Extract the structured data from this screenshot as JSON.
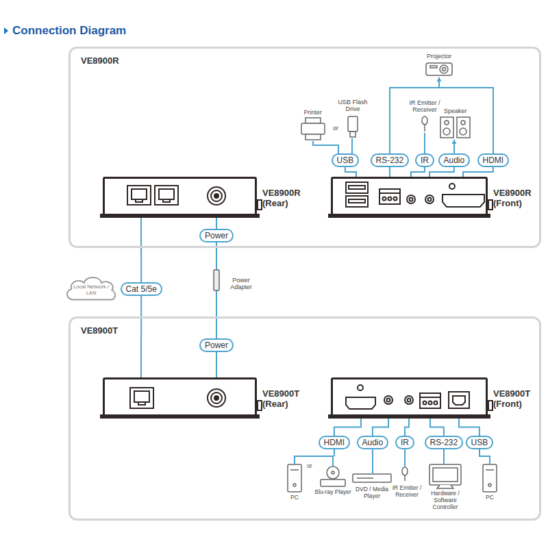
{
  "diagram": {
    "title": "Connection Diagram",
    "nodes": [
      {
        "text": [
          "VE8900R"
        ]
      },
      {
        "text": [
          "VE8900R (Rear)"
        ],
        "in": 0
      },
      {
        "text": [
          "VE8900R (Front)"
        ],
        "in": 0
      },
      {
        "text": [
          "USB"
        ],
        "in": 0
      },
      {
        "text": [
          "RS-232"
        ],
        "in": 0
      },
      {
        "text": [
          "IR"
        ],
        "in": 0
      },
      {
        "text": [
          "Audio"
        ],
        "in": 0
      },
      {
        "text": [
          "HDMI"
        ],
        "in": 0
      },
      {
        "text": [
          "Power"
        ],
        "in": 0
      },
      {
        "text": [
          "Local Network / LAN"
        ]
      },
      {
        "text": [
          "Cat 5/5e"
        ]
      },
      {
        "text": [
          "VE8900T"
        ]
      },
      {
        "text": [
          "Power"
        ],
        "in": 11
      },
      {
        "text": [
          "VE8900T (Rear)"
        ],
        "in": 11
      },
      {
        "text": [
          "VE8900T (Front)"
        ],
        "in": 11
      },
      {
        "text": [
          "HDMI"
        ],
        "in": 11
      },
      {
        "text": [
          "Audio"
        ],
        "in": 11
      },
      {
        "text": [
          "IR"
        ],
        "in": 11
      },
      {
        "text": [
          "RS-232"
        ],
        "in": 11
      },
      {
        "text": [
          "USB"
        ],
        "in": 11
      }
    ],
    "edges": [
      {
        "from": 3,
        "to": 2,
        "arrow": "none"
      },
      {
        "from": 4,
        "to": 2,
        "arrow": "none"
      },
      {
        "from": 5,
        "to": 2,
        "arrow": "none"
      },
      {
        "from": 6,
        "to": 2,
        "arrow": "none"
      },
      {
        "from": 7,
        "to": 2,
        "arrow": "none"
      },
      {
        "from": 1,
        "to": 8,
        "arrow": "none"
      },
      {
        "from": 8,
        "to": 12,
        "arrow": "none"
      },
      {
        "from": 12,
        "to": 13,
        "arrow": "none"
      },
      {
        "from": 1,
        "to": 10,
        "arrow": "none"
      },
      {
        "from": 10,
        "to": 13,
        "arrow": "none"
      },
      {
        "from": 15,
        "to": 14,
        "arrow": "none"
      },
      {
        "from": 16,
        "to": 14,
        "arrow": "none"
      },
      {
        "from": 17,
        "to": 14,
        "arrow": "none"
      },
      {
        "from": 18,
        "to": 14,
        "arrow": "none"
      },
      {
        "from": 19,
        "to": 14,
        "arrow": "none"
      }
    ],
    "labels": [
      "or",
      "Printer",
      "USB Flash Drive",
      "Projector",
      "IR Emitter / Receiver",
      "Speaker",
      "Power Adapter",
      "PC",
      "or",
      "Blu-ray Player",
      "DVD / Media Player",
      "IR Emitter / Receiver",
      "Hardware / Software Controller",
      "PC"
    ]
  }
}
